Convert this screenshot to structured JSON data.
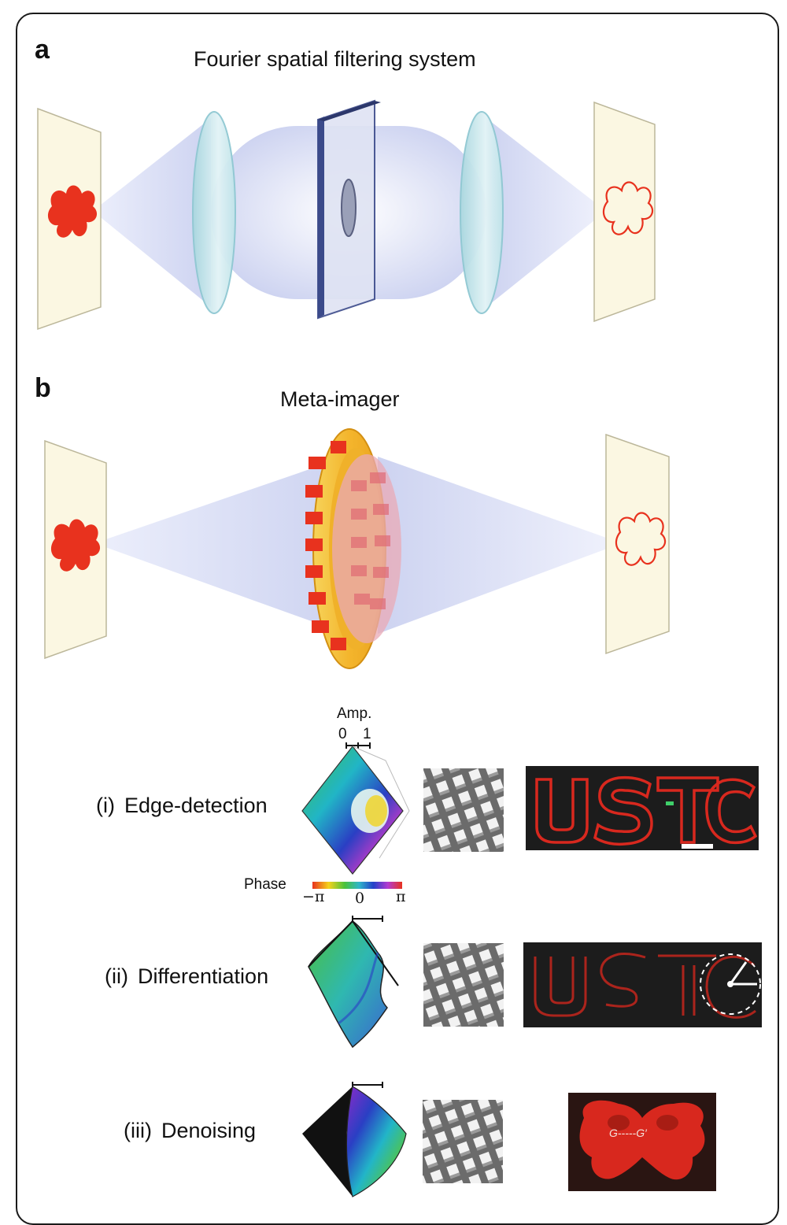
{
  "panel_a": {
    "letter": "a",
    "title": "Fourier spatial filtering system"
  },
  "panel_b": {
    "letter": "b",
    "title": "Meta-imager"
  },
  "legend": {
    "amp_label": "Amp.",
    "amp_min": "0",
    "amp_max": "1",
    "phase_label": "Phase",
    "phase_min": "−π",
    "phase_mid": "0",
    "phase_max": "π"
  },
  "rows": [
    {
      "num": "(i)",
      "label": "Edge-detection",
      "image_text": "USTC"
    },
    {
      "num": "(ii)",
      "label": "Differentiation",
      "image_text": "USTC"
    },
    {
      "num": "(iii)",
      "label": "Denoising",
      "image_text": "G-----G′"
    }
  ],
  "colors": {
    "object_red": "#e8321e",
    "screen": "#fbf7e2",
    "lens": "#cfe9ee",
    "filter": "#3b4a8a",
    "beam": "#c9d0f0",
    "ring": "#f2c23a",
    "image_bg": "#1c1c1c",
    "image_line": "#d8281e"
  }
}
